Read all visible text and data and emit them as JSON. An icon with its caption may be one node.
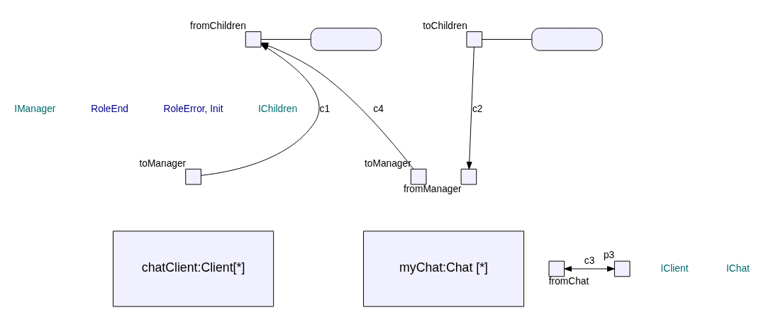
{
  "diagram": {
    "nodes": [
      {
        "text": [],
        "shape": "box",
        "beside": [
          "fromChildren"
        ]
      },
      {
        "text": [],
        "shape": "box"
      },
      {
        "text": [],
        "shape": "box",
        "beside": [
          "toChildren"
        ]
      },
      {
        "text": [],
        "shape": "box"
      },
      {
        "text": [
          "chatClient:Client[*]"
        ]
      },
      {
        "text": [],
        "shape": "box",
        "beside": [
          "toManager"
        ]
      },
      {
        "text": [],
        "shape": "box",
        "beside": [
          "fromChat"
        ]
      },
      {
        "text": [
          "myChat:Chat [*]"
        ]
      },
      {
        "text": [],
        "shape": "box",
        "beside": [
          "toManager"
        ]
      },
      {
        "text": [],
        "shape": "box",
        "beside": [
          "fromManager"
        ]
      },
      {
        "text": [],
        "shape": "box",
        "beside": [
          "p3"
        ]
      }
    ],
    "edges": [
      {
        "from": 0,
        "to": 1,
        "arrow": "none"
      },
      {
        "from": 2,
        "to": 3,
        "arrow": "none"
      },
      {
        "from": 5,
        "to": 0,
        "arrow": "to",
        "label": "c1"
      },
      {
        "from": 8,
        "to": 0,
        "arrow": "to",
        "label": "c4"
      },
      {
        "from": 2,
        "to": 9,
        "arrow": "to",
        "label": "c2"
      },
      {
        "from": 6,
        "to": 10,
        "arrow": "both",
        "label": "c3"
      }
    ],
    "labels": [
      "IManager",
      "RoleEnd",
      "RoleError, Init",
      "IChildren",
      "IClient",
      "IChat"
    ]
  }
}
